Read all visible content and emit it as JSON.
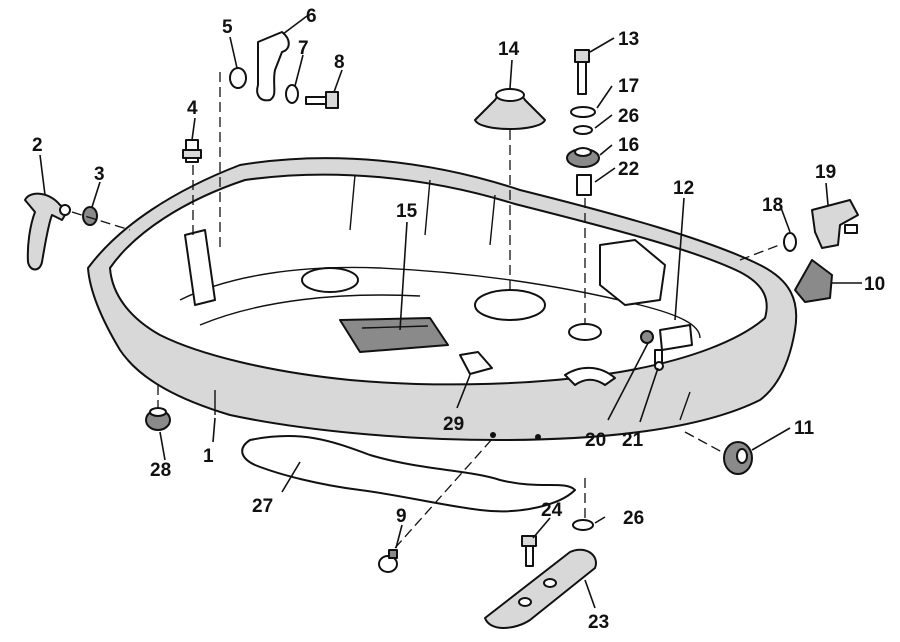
{
  "diagram": {
    "callouts": {
      "p1": "1",
      "p2": "2",
      "p3": "3",
      "p4": "4",
      "p5": "5",
      "p6": "6",
      "p7": "7",
      "p8": "8",
      "p9": "9",
      "p10": "10",
      "p11": "11",
      "p12": "12",
      "p13": "13",
      "p14": "14",
      "p15": "15",
      "p16": "16",
      "p17": "17",
      "p18": "18",
      "p19": "19",
      "p20": "20",
      "p21": "21",
      "p22": "22",
      "p23": "23",
      "p24": "24",
      "p26a": "26",
      "p26b": "26",
      "p27": "27",
      "p28": "28",
      "p29": "29"
    },
    "colors": {
      "ink": "#111111",
      "body_fill": "#d8d8d8",
      "dark_fill": "#8a8a8a",
      "paper": "#ffffff"
    }
  }
}
